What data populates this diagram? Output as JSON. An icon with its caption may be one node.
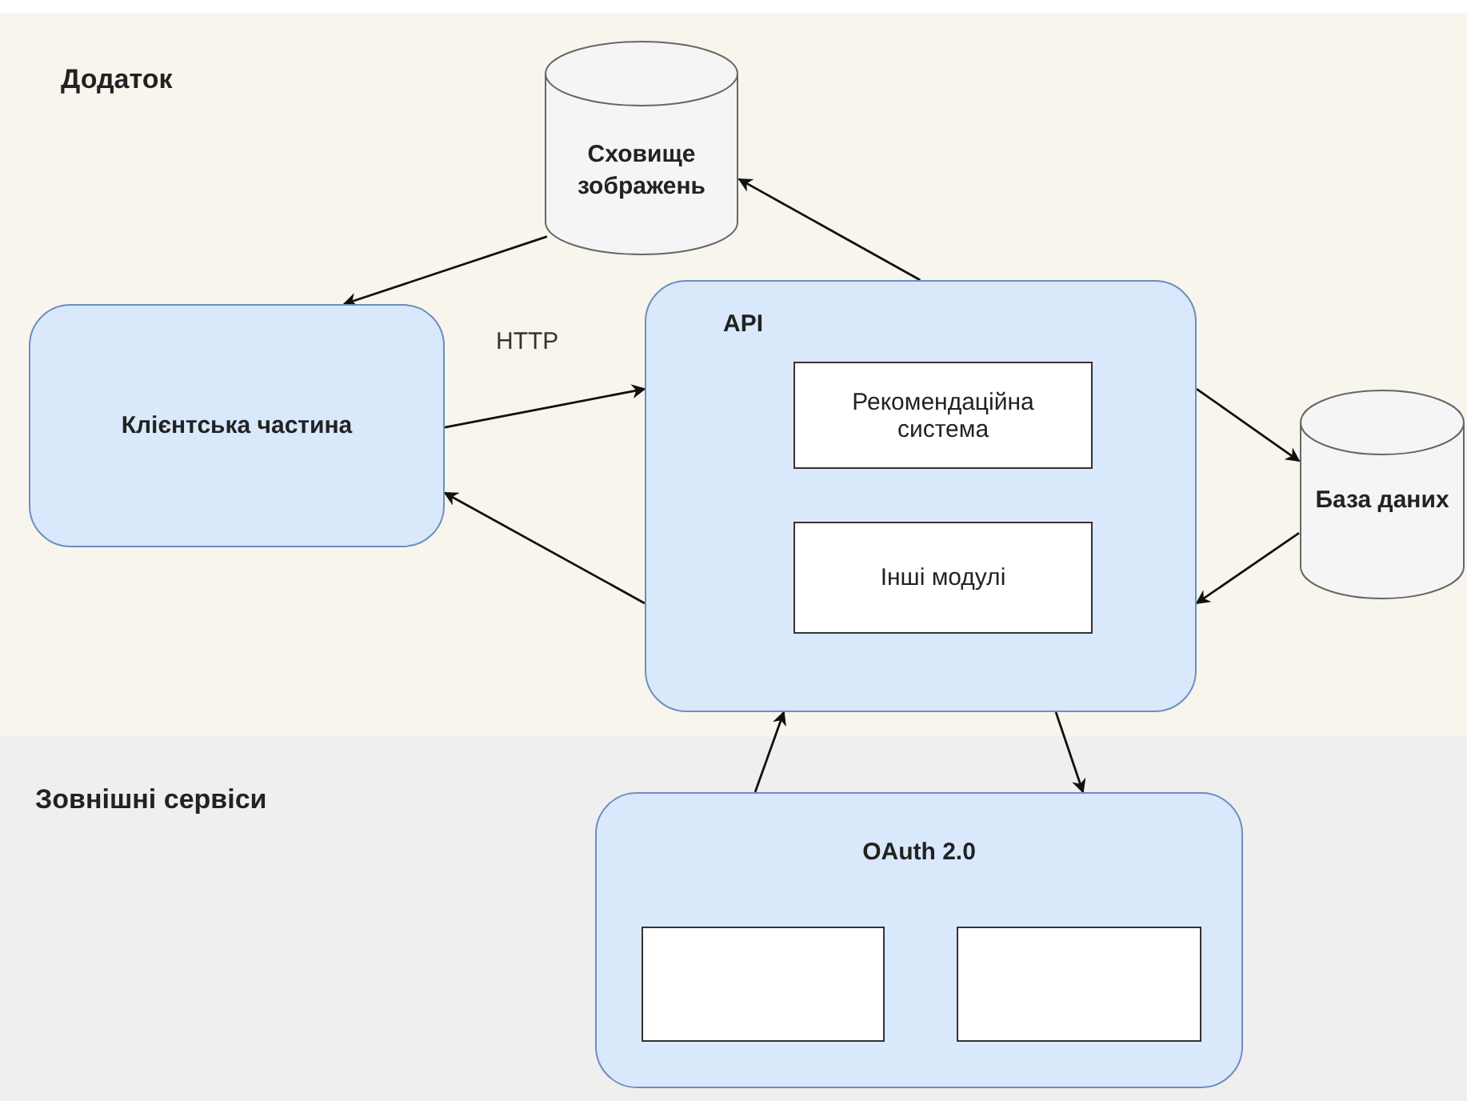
{
  "diagram": {
    "nodes": [
      {
        "text": [
          "Додаток"
        ]
      },
      {
        "text": [
          "Зовнішні сервіси"
        ]
      },
      {
        "text": [
          "Сховище зображень"
        ],
        "in": 0
      },
      {
        "text": [
          "Клієнтська частина"
        ],
        "in": 0
      },
      {
        "text": [
          "API"
        ],
        "in": 0
      },
      {
        "text": [
          "Рекомендаційна система"
        ],
        "in": 4
      },
      {
        "text": [
          "Інші модулі"
        ],
        "in": 4
      },
      {
        "text": [
          "База даних"
        ],
        "in": 0
      },
      {
        "text": [
          "OAuth 2.0"
        ],
        "in": 1
      },
      {
        "text": [],
        "shape": "box",
        "in": 8
      },
      {
        "text": [],
        "shape": "box",
        "in": 8
      }
    ],
    "edges": [
      {
        "from": 2,
        "to": 3,
        "arrow": "to"
      },
      {
        "from": 4,
        "to": 2,
        "arrow": "to"
      },
      {
        "from": 3,
        "to": 4,
        "arrow": "to",
        "label": "HTTP"
      },
      {
        "from": 4,
        "to": 3,
        "arrow": "to"
      },
      {
        "from": 4,
        "to": 7,
        "arrow": "to"
      },
      {
        "from": 7,
        "to": 4,
        "arrow": "to"
      },
      {
        "from": 8,
        "to": 4,
        "arrow": "to"
      },
      {
        "from": 4,
        "to": 8,
        "arrow": "to"
      }
    ]
  }
}
